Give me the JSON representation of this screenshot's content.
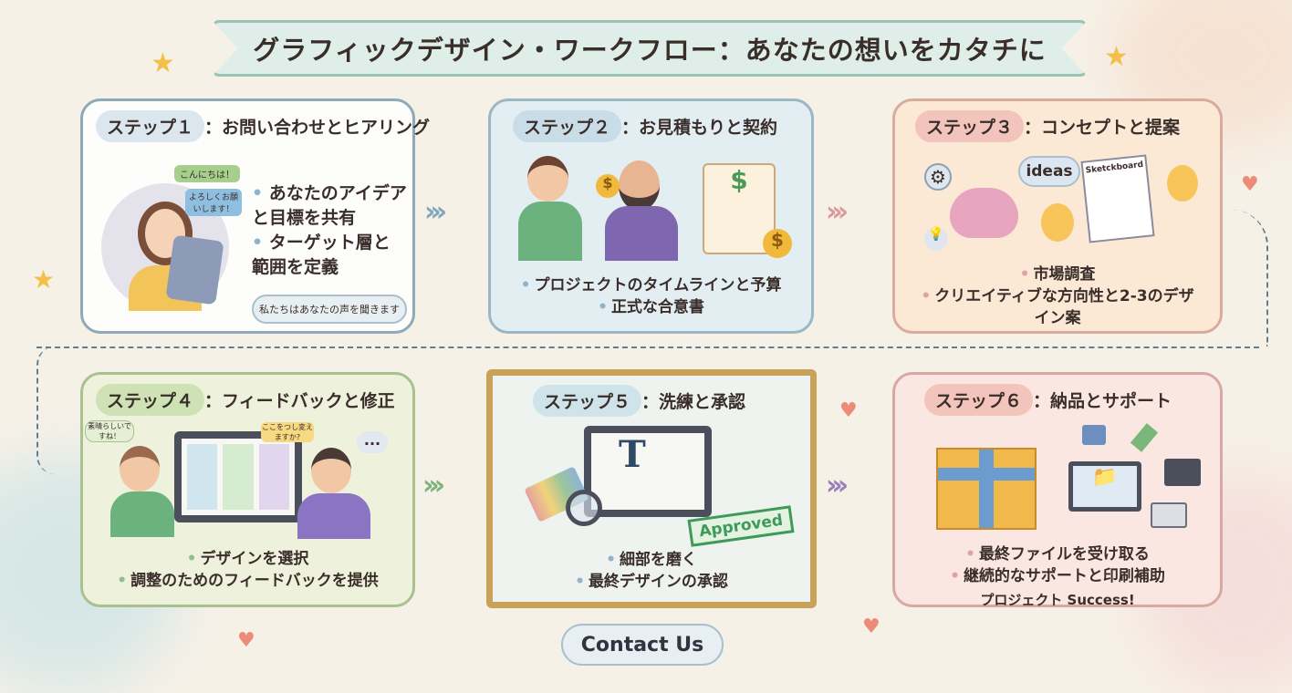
{
  "title": "グラフィックデザイン・ワークフロー：あなたの想いをカタチに",
  "steps": [
    {
      "tag": "ステップ１",
      "title": "：お問い合わせとヒアリング",
      "bullets": [
        "あなたのアイデアと目標を共有",
        "ターゲット層と範囲を定義"
      ],
      "bubbles": [
        "こんにちは！",
        "よろしくお願いします！"
      ],
      "note": "私たちはあなたの声を聞きます"
    },
    {
      "tag": "ステップ２",
      "title": "：お見積もりと契約",
      "bullets": [
        "プロジェクトのタイムラインと予算",
        "正式な合意書"
      ]
    },
    {
      "tag": "ステップ３",
      "title": "：コンセプトと提案",
      "bullets": [
        "市場調査",
        "クリエイティブな方向性と2-3のデザイン案"
      ],
      "ideas": "ideas",
      "sketch": "Sketckboard"
    },
    {
      "tag": "ステップ４",
      "title": "：フィードバックと修正",
      "bullets": [
        "デザインを選択",
        "調整のためのフィードバックを提供"
      ],
      "bubbles": [
        "素晴らしいですね！",
        "ここをつし変えますか?",
        "..."
      ]
    },
    {
      "tag": "ステップ５",
      "title": "：洗練と承認",
      "bullets": [
        "細部を磨く",
        "最終デザインの承認"
      ],
      "stamp": "Approved"
    },
    {
      "tag": "ステップ６",
      "title": "：納品とサポート",
      "bullets": [
        "最終ファイルを受け取る",
        "継続的なサポートと印刷補助"
      ],
      "footer": "プロジェクト Success!"
    }
  ],
  "arrow": "›››",
  "contact": "Contact Us",
  "colors": {
    "bg": "#f6f1e7",
    "step1": "#ffffff",
    "step2": "#e3eef3",
    "step3": "#fbe9d6",
    "step4": "#eef1dc",
    "step5": "#eef3f0",
    "step6": "#fbe7e2"
  }
}
